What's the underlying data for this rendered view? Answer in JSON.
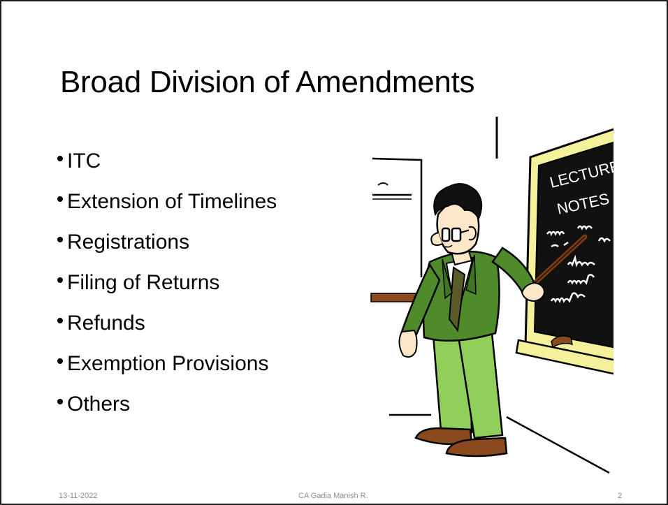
{
  "slide": {
    "title": "Broad Division of Amendments",
    "bullets": [
      "ITC",
      "Extension of Timelines",
      "Registrations",
      "Filing of Returns",
      "Refunds",
      "Exemption Provisions",
      "Others"
    ]
  },
  "illustration": {
    "board_line1": "LECTURE",
    "board_line2": "NOTES",
    "colors": {
      "board": "#111111",
      "board_frame": "#f4f19a",
      "jacket": "#4f8a2b",
      "trousers": "#8fcf5a",
      "shoes": "#8a4a1e",
      "pointer": "#7a3a12"
    }
  },
  "footer": {
    "date": "13-11-2022",
    "author": "CA Gadia Manish R.",
    "page": "2"
  }
}
